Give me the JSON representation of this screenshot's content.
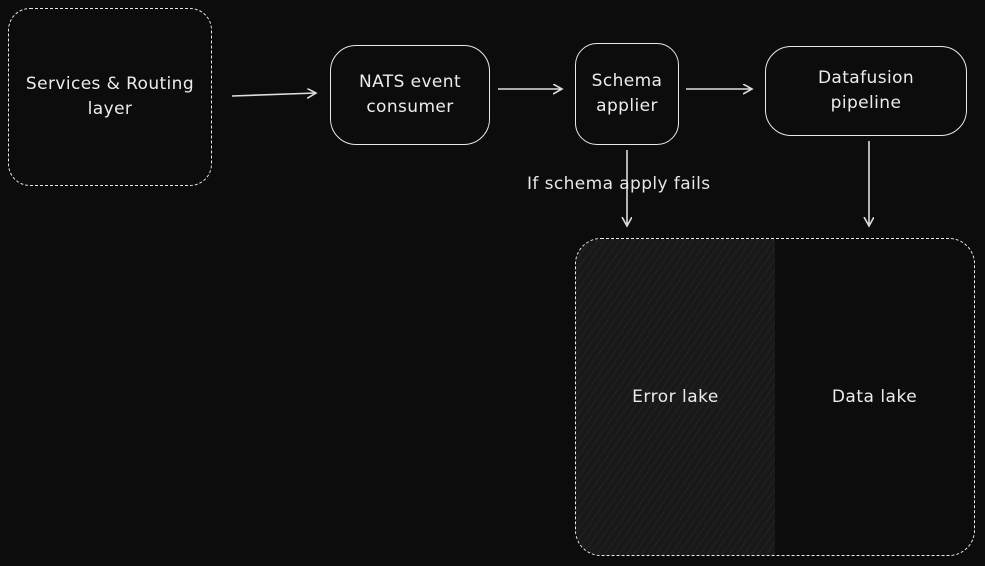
{
  "diagram": {
    "colors": {
      "background": "#0c0c0c",
      "stroke": "#e9e9e9",
      "text": "#ececec"
    },
    "nodes": {
      "services": {
        "label": "Services & Routing layer"
      },
      "nats": {
        "label": "NATS event consumer"
      },
      "schema": {
        "label": "Schema applier"
      },
      "datafusion": {
        "label": "Datafusion pipeline"
      },
      "error_lake": {
        "label": "Error lake"
      },
      "data_lake": {
        "label": "Data lake"
      }
    },
    "annotations": {
      "fail_label": "If schema apply fails"
    }
  }
}
